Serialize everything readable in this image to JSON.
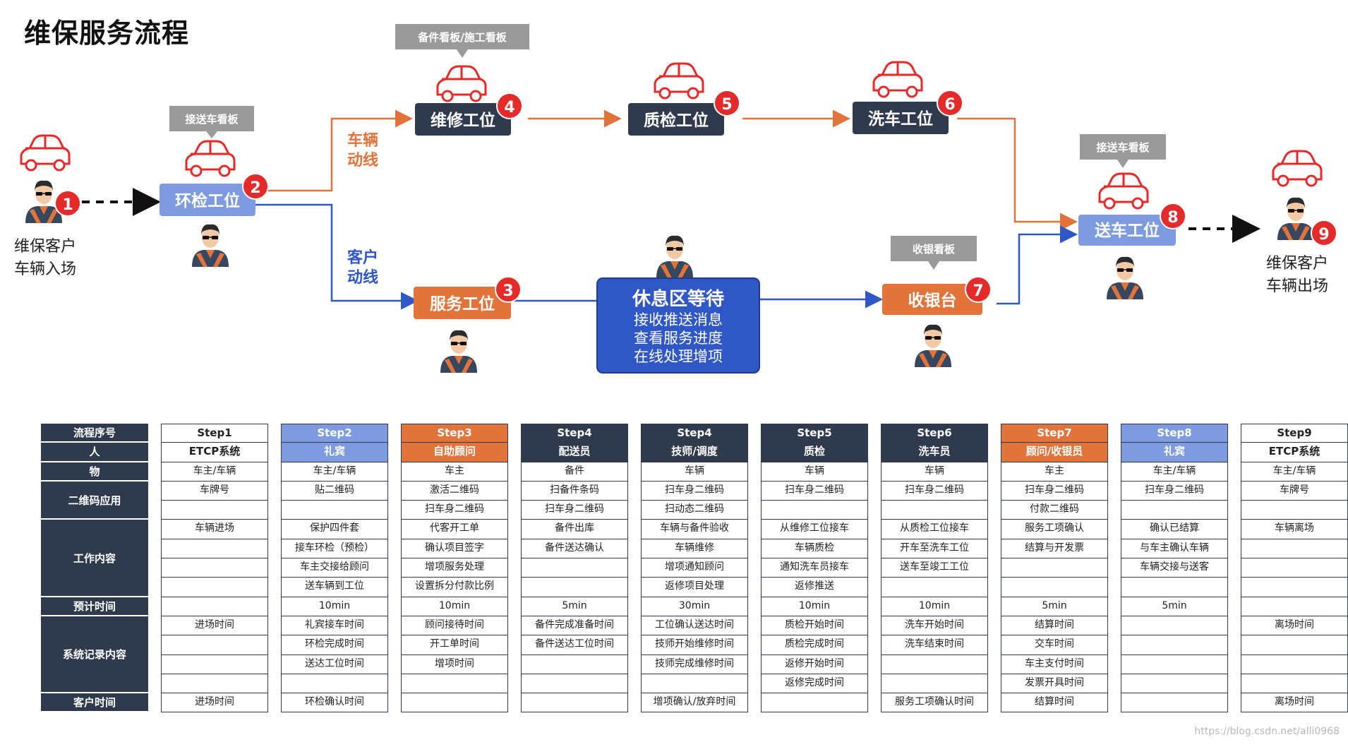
{
  "title": "维保服务流程",
  "colors": {
    "orange": "#e2733a",
    "blue": "#2f57c6",
    "light_blue": "#7f9be0",
    "navy": "#2f3b4d",
    "gray": "#9a9a9a",
    "red_badge": "#e52a2a"
  },
  "diagram": {
    "nodes": [
      {
        "id": "start",
        "label_lines": [
          "维保客户",
          "车辆入场"
        ],
        "badge": "1"
      },
      {
        "id": "env_check",
        "label": "环检工位",
        "badge": "2",
        "board": "接送车看板"
      },
      {
        "id": "service",
        "label": "服务工位",
        "badge": "3"
      },
      {
        "id": "repair",
        "label": "维修工位",
        "badge": "4",
        "board": "备件看板/施工看板"
      },
      {
        "id": "qc",
        "label": "质检工位",
        "badge": "5"
      },
      {
        "id": "wash",
        "label": "洗车工位",
        "badge": "6"
      },
      {
        "id": "cashier",
        "label": "收银台",
        "badge": "7",
        "board": "收银看板"
      },
      {
        "id": "delivery",
        "label": "送车工位",
        "badge": "8",
        "board": "接送车看板"
      },
      {
        "id": "end",
        "label_lines": [
          "维保客户",
          "车辆出场"
        ],
        "badge": "9"
      }
    ],
    "lounge": {
      "title": "休息区等待",
      "lines": [
        "接收推送消息",
        "查看服务进度",
        "在线处理增项"
      ]
    },
    "vehicle_flow_label": [
      "车辆",
      "动线"
    ],
    "customer_flow_label": [
      "客户",
      "动线"
    ]
  },
  "table": {
    "row_labels": [
      {
        "text": "流程序号",
        "span": 1
      },
      {
        "text": "人",
        "span": 1
      },
      {
        "text": "物",
        "span": 1
      },
      {
        "text": "二维码应用",
        "span": 2
      },
      {
        "text": "工作内容",
        "span": 4
      },
      {
        "text": "预计时间",
        "span": 1
      },
      {
        "text": "系统记录内容",
        "span": 4
      },
      {
        "text": "客户时间",
        "span": 1
      }
    ],
    "columns": [
      {
        "style": "plain",
        "step": "Step1",
        "person": "ETCP系统",
        "cells": [
          "车主/车辆",
          "车牌号",
          "",
          "车辆进场",
          "",
          "",
          "",
          "",
          "进场时间",
          "",
          "",
          "",
          "进场时间"
        ]
      },
      {
        "style": "lightblue",
        "step": "Step2",
        "person": "礼宾",
        "cells": [
          "车主/车辆",
          "贴二维码",
          "",
          "保护四件套",
          "接车环检（预检）",
          "车主交接给顾问",
          "送车辆到工位",
          "10min",
          "礼宾接车时间",
          "环检完成时间",
          "送达工位时间",
          "",
          "环检确认时间"
        ]
      },
      {
        "style": "orange",
        "step": "Step3",
        "person": "自助顾问",
        "cells": [
          "车主",
          "激活二维码",
          "扫车身二维码",
          "代客开工单",
          "确认项目签字",
          "增项服务处理",
          "设置拆分付款比例",
          "10min",
          "顾问接待时间",
          "开工单时间",
          "增项时间",
          "",
          ""
        ]
      },
      {
        "style": "navy",
        "step": "Step4",
        "person": "配送员",
        "cells": [
          "备件",
          "扫备件条码",
          "扫车身二维码",
          "备件出库",
          "备件送达确认",
          "",
          "",
          "5min",
          "备件完成准备时间",
          "备件送达工位时间",
          "",
          "",
          ""
        ]
      },
      {
        "style": "navy",
        "step": "Step4",
        "person": "技师/调度",
        "cells": [
          "车辆",
          "扫车身二维码",
          "扫动态二维码",
          "车辆与备件验收",
          "车辆维修",
          "增项通知顾问",
          "返修项目处理",
          "30min",
          "工位确认送达时间",
          "技师开始维修时间",
          "技师完成维修时间",
          "",
          "增项确认/放弃时间"
        ]
      },
      {
        "style": "navy",
        "step": "Step5",
        "person": "质检",
        "cells": [
          "车辆",
          "扫车身二维码",
          "",
          "从维修工位接车",
          "车辆质检",
          "通知洗车员接车",
          "返修推送",
          "10min",
          "质检开始时间",
          "质检完成时间",
          "返修开始时间",
          "返修完成时间",
          ""
        ]
      },
      {
        "style": "navy",
        "step": "Step6",
        "person": "洗车员",
        "cells": [
          "车辆",
          "扫车身二维码",
          "",
          "从质检工位接车",
          "开车至洗车工位",
          "送车至竣工工位",
          "",
          "10min",
          "洗车开始时间",
          "洗车结束时间",
          "",
          "",
          "服务工项确认时间"
        ]
      },
      {
        "style": "orange",
        "step": "Step7",
        "person": "顾问/收银员",
        "cells": [
          "车主",
          "扫车身二维码",
          "付款二维码",
          "服务工项确认",
          "结算与开发票",
          "",
          "",
          "5min",
          "结算时间",
          "交车时间",
          "车主支付时间",
          "发票开具时间",
          "结算时间"
        ]
      },
      {
        "style": "lightblue",
        "step": "Step8",
        "person": "礼宾",
        "cells": [
          "车主/车辆",
          "扫车身二维码",
          "",
          "确认已结算",
          "与车主确认车辆",
          "车辆交接与送客",
          "",
          "5min",
          "",
          "",
          "",
          "",
          ""
        ]
      },
      {
        "style": "plain",
        "step": "Step9",
        "person": "ETCP系统",
        "cells": [
          "车主/车辆",
          "车牌号",
          "",
          "车辆离场",
          "",
          "",
          "",
          "",
          "离场时间",
          "",
          "",
          "",
          "离场时间"
        ]
      }
    ]
  },
  "watermark": "https://blog.csdn.net/alli0968"
}
